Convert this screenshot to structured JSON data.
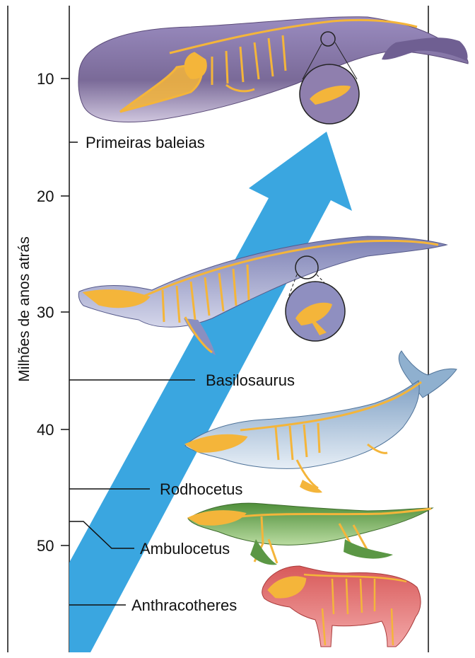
{
  "axis": {
    "label": "Milhões de anos atrás",
    "ticks": [
      "10",
      "20",
      "30",
      "40",
      "50"
    ]
  },
  "labels": {
    "primeiras_baleias": "Primeiras baleias",
    "basilosaurus": "Basilosaurus",
    "rodhocetus": "Rodhocetus",
    "ambulocetus": "Ambulocetus",
    "anthracotheres": "Anthracotheres"
  },
  "colors": {
    "arrow": "#3aa6e0",
    "bone": "#f4b53a",
    "sperm_whale": "#8a7aa8",
    "basilosaurus_body": "#9aa0c8",
    "rodhocetus_body": "#a8c0d8",
    "ambulocetus_body": "#6aa84f",
    "anthracotheres_body": "#e06a6a"
  }
}
